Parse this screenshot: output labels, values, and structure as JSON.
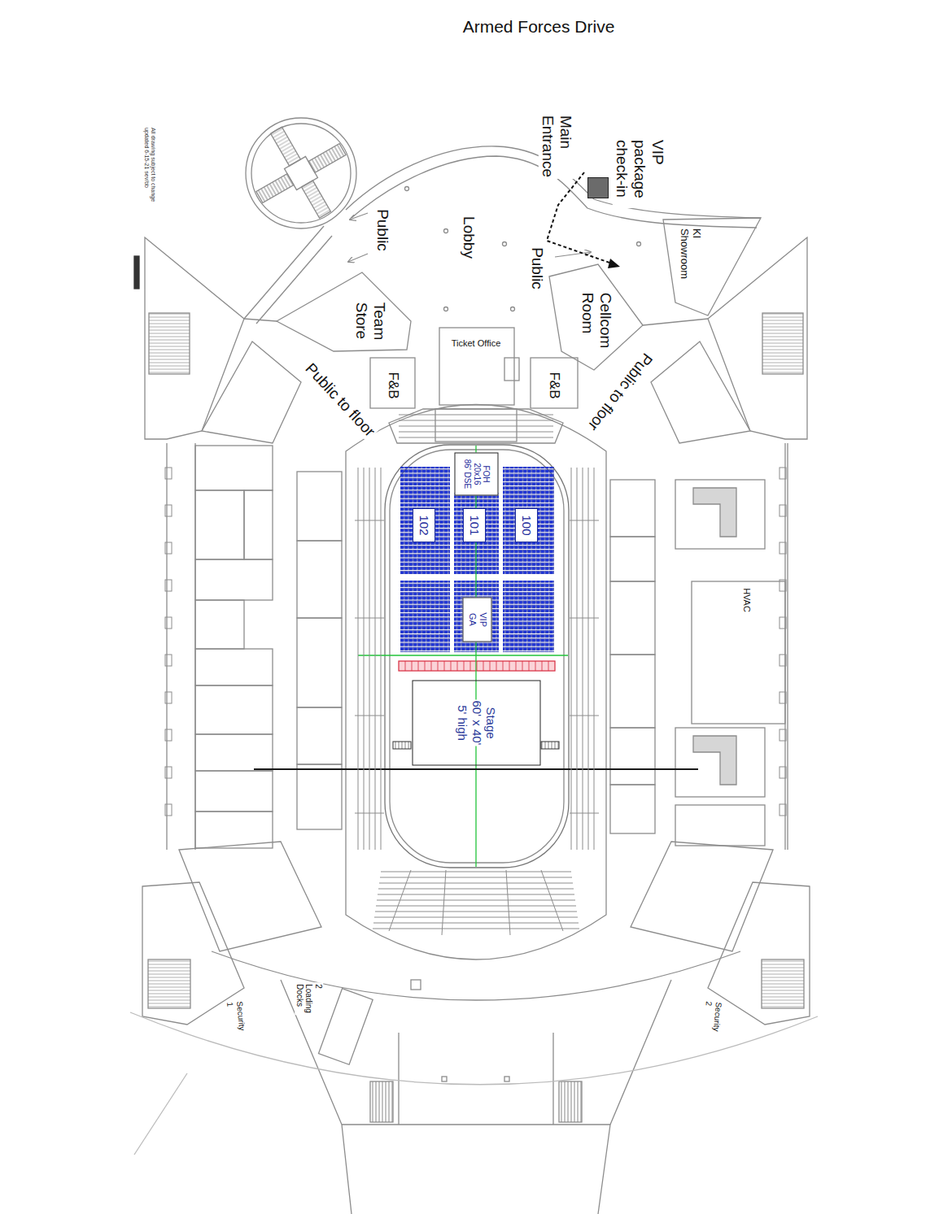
{
  "diagram": {
    "nodes": [
      {
        "text": [
          "VIP package check-in"
        ]
      },
      {
        "text": [
          "FOH",
          "20x16",
          "86' DSE"
        ]
      },
      {
        "text": [
          "102"
        ]
      },
      {
        "text": [
          "101"
        ]
      },
      {
        "text": [
          "100"
        ]
      },
      {
        "text": [
          "VIP GA"
        ]
      },
      {
        "text": [
          "Stage",
          "60' x 40'",
          "5' high"
        ]
      }
    ],
    "labels": [
      "Armed Forces Drive",
      "All drawing subject to change updated 6-15-21 sev/bb",
      "Main Entrance",
      "KI Showroom",
      "Public",
      "Lobby",
      "Public",
      "Team Store",
      "Cellcom Room",
      "Ticket Office",
      "F&B",
      "F&B",
      "Public to floor",
      "Public to floor",
      "HVAC",
      "2 Loading Docks",
      "Security 1",
      "Security 2"
    ]
  }
}
